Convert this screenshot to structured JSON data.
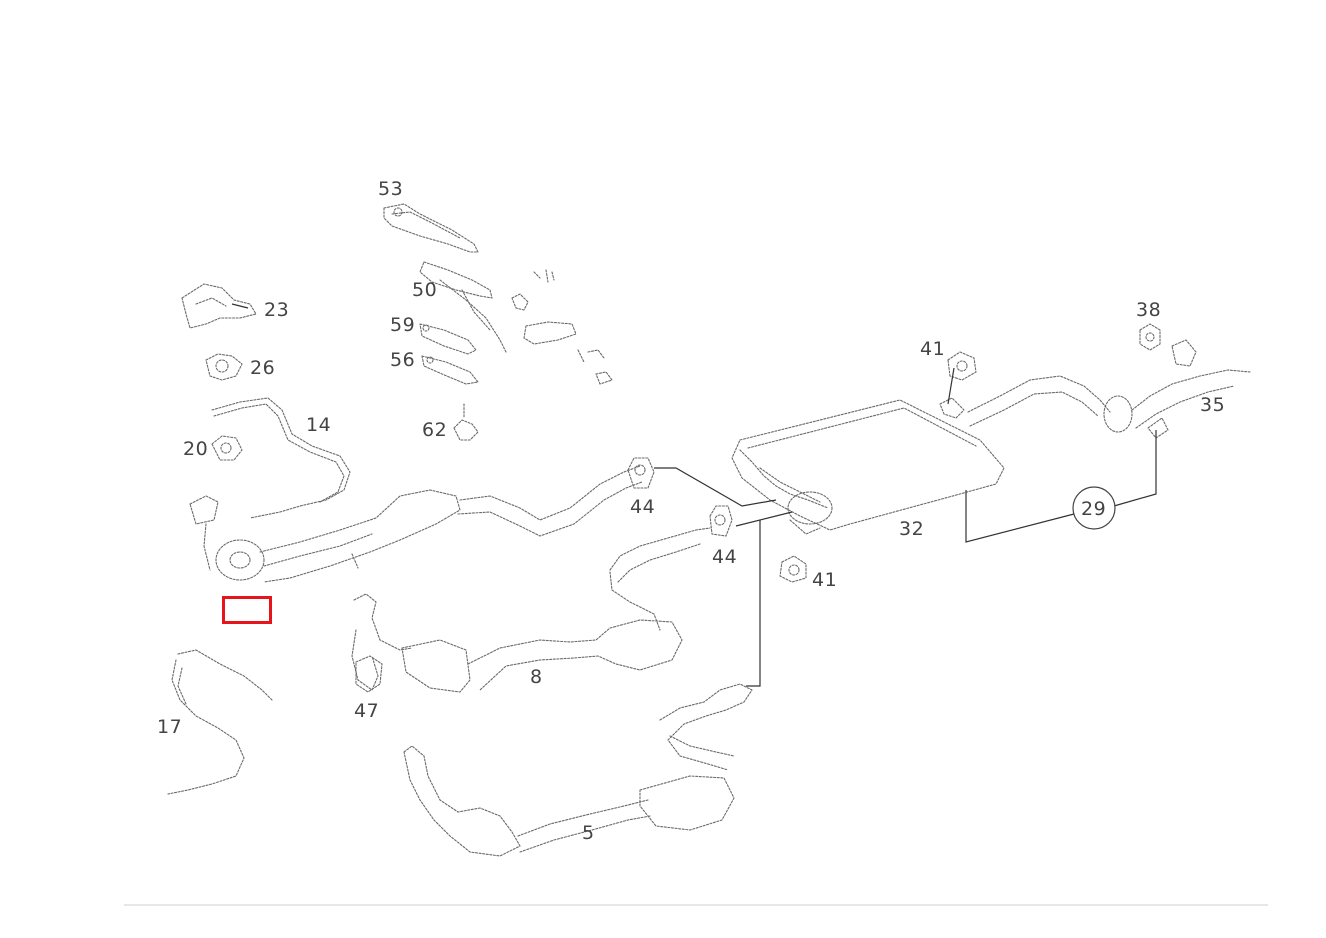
{
  "diagram": {
    "callouts": {
      "p53": "53",
      "p23": "23",
      "p50": "50",
      "p59": "59",
      "p56": "56",
      "p26": "26",
      "p14": "14",
      "p20": "20",
      "p62": "62",
      "p41a": "41",
      "p38": "38",
      "p35": "35",
      "p44a": "44",
      "p44b": "44",
      "p29": "29",
      "p32": "32",
      "p41b": "41",
      "p8": "8",
      "p47": "47",
      "p17": "17",
      "p5": "5"
    },
    "highlight_color": "#e8141c"
  }
}
